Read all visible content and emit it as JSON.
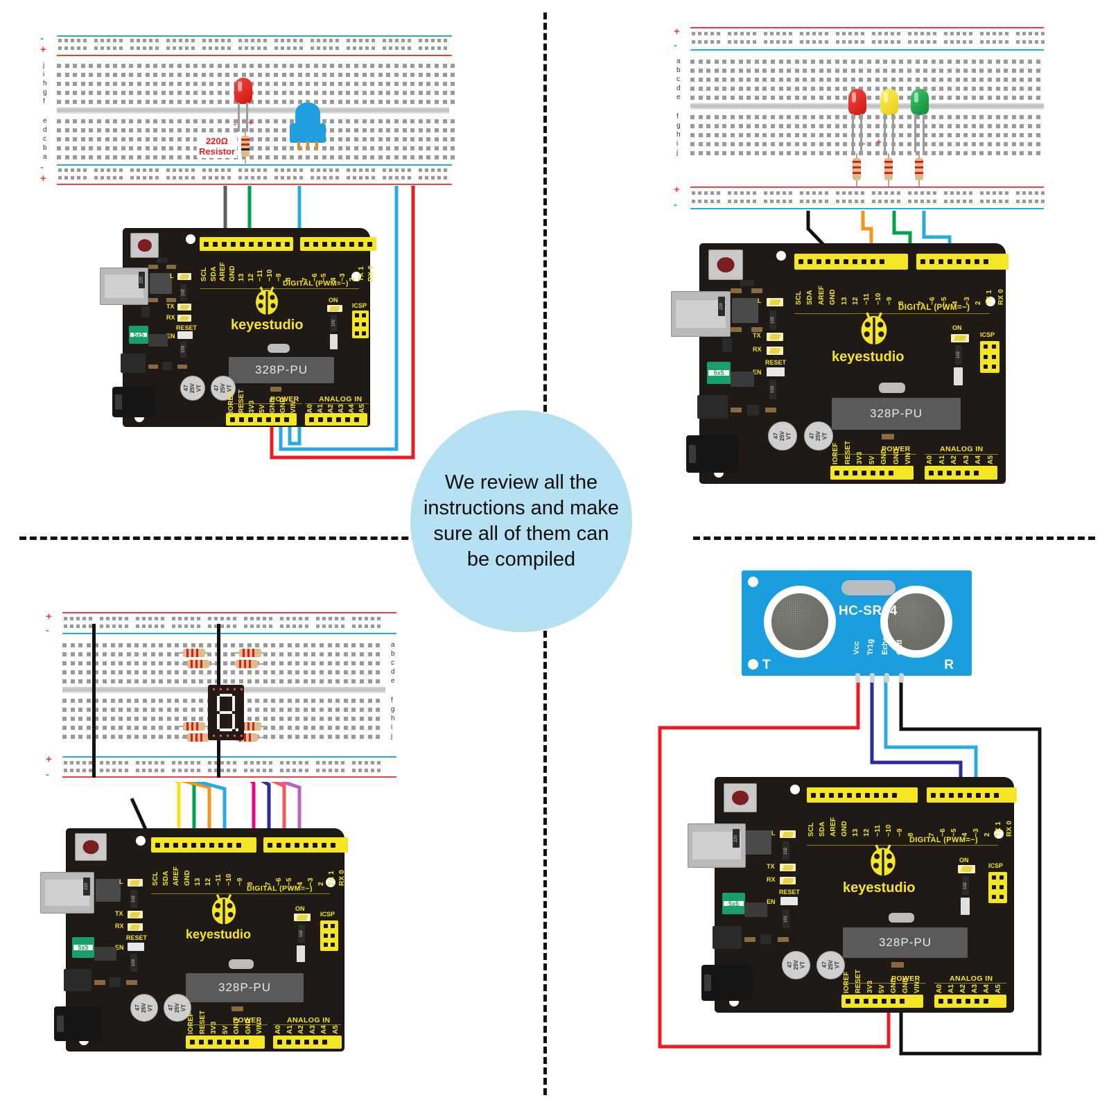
{
  "center_note": {
    "text": "We review all the instructions and make sure all of them can be compiled",
    "bg_color": "#b6e1f2"
  },
  "board": {
    "brand": "keyestudio",
    "mcu_label": "328P-PU",
    "digital_section_label": "DIGITAL  (PWM=~)",
    "power_section_label": "POWER",
    "analog_section_label": "ANALOG IN",
    "icsp_label": "ICSP",
    "on_label": "ON",
    "l_label": "L",
    "tx_label": "TX",
    "rx_label": "RX",
    "en_label": "EN",
    "reset_label": "RESET",
    "fuse_label": "5x5",
    "cap_label": "47\n25V\nVT",
    "smd_220": "220",
    "smd_102": "102",
    "smd_103": "103",
    "smd_101": "101",
    "digital_pins_left": [
      "SCL",
      "SDA",
      "AREF",
      "GND",
      "13",
      "12",
      "~11",
      "~10",
      "~9",
      "8"
    ],
    "digital_pins_right": [
      "7",
      "~6",
      "~5",
      "4",
      "~3",
      "2",
      "TX 1",
      "RX 0"
    ],
    "power_pins": [
      "IOREF",
      "RESET",
      "3V3",
      "5V",
      "GND",
      "GND",
      "VIN"
    ],
    "analog_pins": [
      "A0",
      "A1",
      "A2",
      "A3",
      "A4",
      "A5"
    ]
  },
  "breadboard": {
    "plus": "+",
    "minus": "-",
    "rows_upper": [
      "j",
      "i",
      "h",
      "g",
      "f"
    ],
    "rows_lower": [
      "e",
      "d",
      "c",
      "b",
      "a"
    ],
    "rows_top_alt": [
      "a",
      "b",
      "c",
      "d",
      "e"
    ],
    "rows_bottom_alt": [
      "f",
      "g",
      "h",
      "i",
      "j"
    ]
  },
  "panels": {
    "top_left": {
      "name": "two-led-circuit",
      "resistor_tag": "220Ω\nResistor",
      "components": [
        {
          "type": "led",
          "color": "#e0201e",
          "polarity_minus": "-",
          "polarity_plus": "+"
        },
        {
          "type": "rgb-led-module",
          "color": "#1f9fe0"
        }
      ],
      "wire_colors": [
        "#5d5d5d",
        "#00a14b",
        "#29abe2",
        "#ed1c24"
      ]
    },
    "top_right": {
      "name": "traffic-light-circuit",
      "leds": [
        {
          "color_name": "red",
          "color": "#e0201e"
        },
        {
          "color_name": "yellow",
          "color": "#f4e017"
        },
        {
          "color_name": "green",
          "color": "#19a544"
        }
      ],
      "polarity_minus": "-",
      "polarity_plus": "+",
      "wire_colors": [
        "#111111",
        "#f7941e",
        "#00a14b",
        "#29abe2"
      ]
    },
    "bottom_left": {
      "name": "seven-segment-circuit",
      "wire_colors": [
        "#111111",
        "#f7e017",
        "#00a14b",
        "#f7941e",
        "#29abe2",
        "#ec008c",
        "#2b2b9e",
        "#f15a5a",
        "#c060c0"
      ]
    },
    "bottom_right": {
      "name": "ultrasonic-circuit",
      "module": {
        "title": "HC-SR04",
        "left_label": "T",
        "right_label": "R",
        "pins": [
          "Vcc",
          "Tr1g",
          "Echo",
          "Gnd"
        ],
        "board_color": "#1a9ee0"
      },
      "wire_colors": [
        "#ed1c24",
        "#2b2b9e",
        "#29abe2",
        "#111111"
      ]
    }
  },
  "colors": {
    "rail_positive": "#e8414a",
    "rail_negative": "#2aa7e0",
    "board_pcb": "#201a17",
    "header_yellow": "#f5e625",
    "resistor_tag_text": "#ee1c25"
  }
}
